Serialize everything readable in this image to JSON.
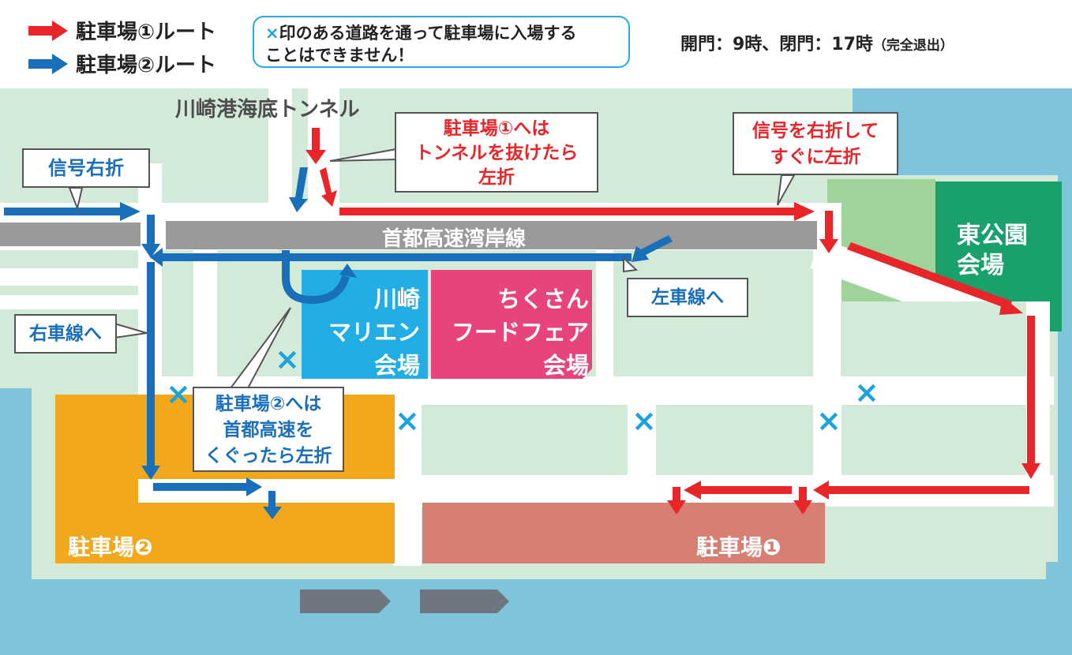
{
  "legend": {
    "route1_label": "駐車場①ルート",
    "route2_label": "駐車場②ルート",
    "route1_color": "#e8262a",
    "route2_color": "#1a6fb9"
  },
  "notice": {
    "mark": "×",
    "text_line1": "印のある道路を通って駐車場に入場する",
    "text_line2": "ことはできません！"
  },
  "hours": {
    "main": "開門：9時、閉門：17時",
    "note": "（完全退出）"
  },
  "map": {
    "tunnel_label": "川崎港海底トンネル",
    "expressway_label": "首都高速湾岸線",
    "callouts": {
      "signal_right": "信号右折",
      "tunnel_exit_line1": "駐車場①へは",
      "tunnel_exit_line2": "トンネルを抜けたら",
      "tunnel_exit_line3": "左折",
      "signal_right_then_left_line1a": "信号を",
      "signal_right_then_left_line1b": "右折",
      "signal_right_then_left_line1c": "して",
      "signal_right_then_left_line2a": "すぐに",
      "signal_right_then_left_line2b": "左折",
      "left_lane": "左車線へ",
      "right_lane": "右車線へ",
      "under_expressway_line1": "駐車場②へは",
      "under_expressway_line2": "首都高速を",
      "under_expressway_line3a": "くぐったら",
      "under_expressway_line3b": "左折"
    },
    "venues": {
      "marien_line1": "川崎",
      "marien_line2": "マリエン",
      "marien_line3": "会場",
      "food_fair_line1": "ちくさん",
      "food_fair_line2": "フードフェア",
      "food_fair_line3": "会場",
      "east_park_line1": "東公園",
      "east_park_line2": "会場",
      "parking2": "駐車場❷",
      "parking1": "駐車場❶"
    },
    "colors": {
      "sea": "#7ec5db",
      "land": "#d4ead9",
      "road": "#ffffff",
      "expressway": "#9a9a9a",
      "marien": "#22aee4",
      "food_fair": "#e8447c",
      "east_park": "#1aa06a",
      "park_light": "#9ed39a",
      "parking2": "#f2a81d",
      "parking1": "#d87f73",
      "ship": "#6e7780",
      "cross": "#1aa3dc"
    }
  }
}
